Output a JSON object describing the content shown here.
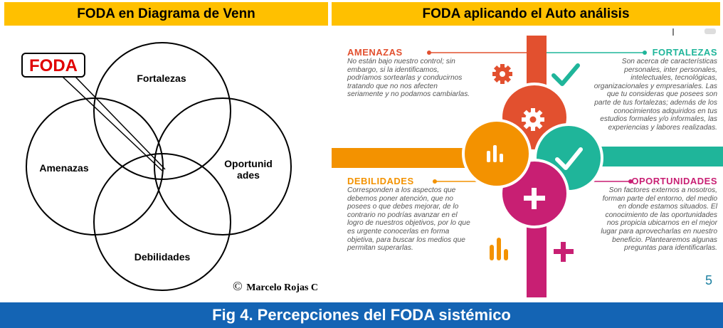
{
  "left": {
    "title": "FODA en Diagrama de Venn",
    "callout": "FODA",
    "labels": {
      "fortalezas": "Fortalezas",
      "amenazas": "Amenazas",
      "oportunidades_line1": "Oportunid",
      "oportunidades_line2": "ades",
      "debilidades": "Debilidades"
    },
    "copyright_symbol": "©",
    "copyright_name": "Marcelo Rojas C"
  },
  "right": {
    "title": "FODA aplicando el Auto análisis",
    "page_number": "5",
    "amenazas": {
      "heading": "AMENAZAS",
      "lines": [
        "No están bajo nuestro control; sin",
        "embargo, si la identificamos,",
        "podríamos sortearlas y conducirnos",
        "tratando que no nos afecten",
        "seriamente y no podamos cambiarlas."
      ]
    },
    "fortalezas": {
      "heading": "FORTALEZAS",
      "lines": [
        "Son acerca de características",
        "personales, inter personales,",
        "intelectuales, tecnológicas,",
        "organizacionales y empresariales. Las",
        "que tu consideras que posees son",
        "parte de tus fortalezas; además de los",
        "conocimientos adquiridos en tus",
        "estudios formales y/o informales, las",
        "experiencias y labores realizadas."
      ]
    },
    "debilidades": {
      "heading": "DEBILIDADES",
      "lines": [
        "Corresponden a los aspectos que",
        "debemos poner atención, que no",
        "posees o que debes mejorar, de lo",
        "contrario no podrías avanzar en el",
        "logro de nuestros objetivos, por lo que",
        "es urgente conocerlas en forma",
        "objetiva, para buscar los medios que",
        "permitan superarlas."
      ]
    },
    "oportunidades": {
      "heading": "OPORTUNIDADES",
      "lines": [
        "Son factores externos a nosotros,",
        "forman parte del entorno, del medio",
        "en donde estamos situados. El",
        "conocimiento de las oportunidades",
        "nos propicia ubicarnos en el mejor",
        "lugar para aprovecharlas en nuestro",
        "beneficio. Plantearemos algunas",
        "preguntas para identificarlas."
      ]
    }
  },
  "footer": "Fig 4. Percepciones del FODA sistémico",
  "colors": {
    "yellow": "#ffc000",
    "blue": "#1464b4",
    "red": "#e2502f",
    "orange": "#f39200",
    "teal": "#1fb59a",
    "magenta": "#c81f73"
  }
}
